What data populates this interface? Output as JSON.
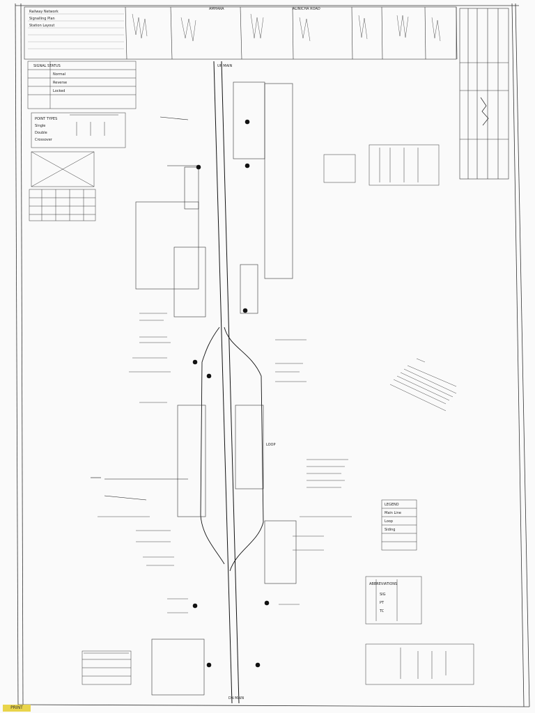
{
  "sheet": {
    "title_block": {
      "heading": "AMHARA",
      "subheading": "ALINICHA ROAD",
      "org_lines": [
        "Railway Network",
        "Signalling Plan",
        "Station Layout"
      ]
    },
    "legend_boxes": [
      {
        "title": "SIGNAL STATUS",
        "rows": [
          "Normal",
          "Reverse",
          "Locked"
        ]
      },
      {
        "title": "POINT TYPES",
        "rows": [
          "Single",
          "Double",
          "Crossover"
        ]
      },
      {
        "title": "LEGEND",
        "rows": [
          "Main Line",
          "Loop",
          "Siding"
        ]
      },
      {
        "title": "ABBREVIATIONS",
        "rows": [
          "SIG",
          "PT",
          "TC"
        ]
      }
    ],
    "track_labels": [
      "UP MAIN",
      "DN MAIN",
      "LOOP"
    ],
    "stamp_text": "PRINT"
  }
}
